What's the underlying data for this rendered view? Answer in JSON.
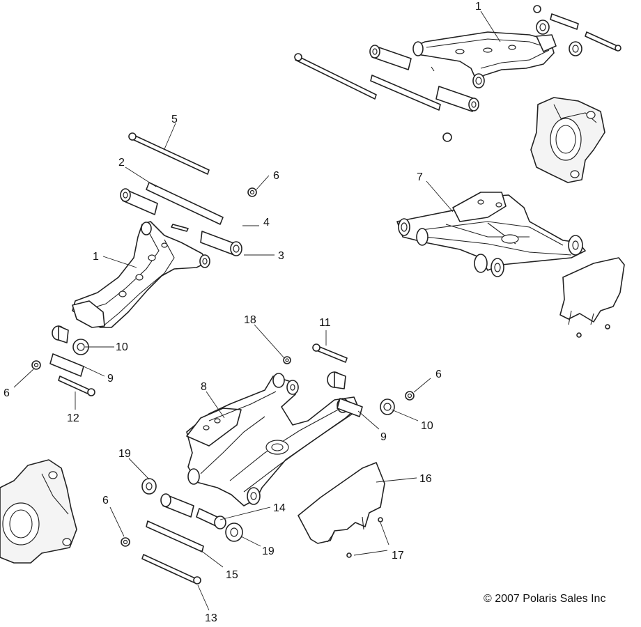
{
  "callouts": [
    {
      "id": "c1a",
      "text": "1"
    },
    {
      "id": "c1b",
      "text": "1"
    },
    {
      "id": "c2",
      "text": "2"
    },
    {
      "id": "c3",
      "text": "3"
    },
    {
      "id": "c4",
      "text": "4"
    },
    {
      "id": "c5",
      "text": "5"
    },
    {
      "id": "c6a",
      "text": "6"
    },
    {
      "id": "c6b",
      "text": "6"
    },
    {
      "id": "c6c",
      "text": "6"
    },
    {
      "id": "c6d",
      "text": "6"
    },
    {
      "id": "c7",
      "text": "7"
    },
    {
      "id": "c8",
      "text": "8"
    },
    {
      "id": "c9a",
      "text": "9"
    },
    {
      "id": "c9b",
      "text": "9"
    },
    {
      "id": "c10a",
      "text": "10"
    },
    {
      "id": "c10b",
      "text": "10"
    },
    {
      "id": "c11",
      "text": "11"
    },
    {
      "id": "c12",
      "text": "12"
    },
    {
      "id": "c13",
      "text": "13"
    },
    {
      "id": "c14",
      "text": "14"
    },
    {
      "id": "c15",
      "text": "15"
    },
    {
      "id": "c16",
      "text": "16"
    },
    {
      "id": "c17",
      "text": "17"
    },
    {
      "id": "c18",
      "text": "18"
    },
    {
      "id": "c19a",
      "text": "19"
    },
    {
      "id": "c19b",
      "text": "19"
    }
  ],
  "copyright": "© 2007 Polaris Sales Inc"
}
